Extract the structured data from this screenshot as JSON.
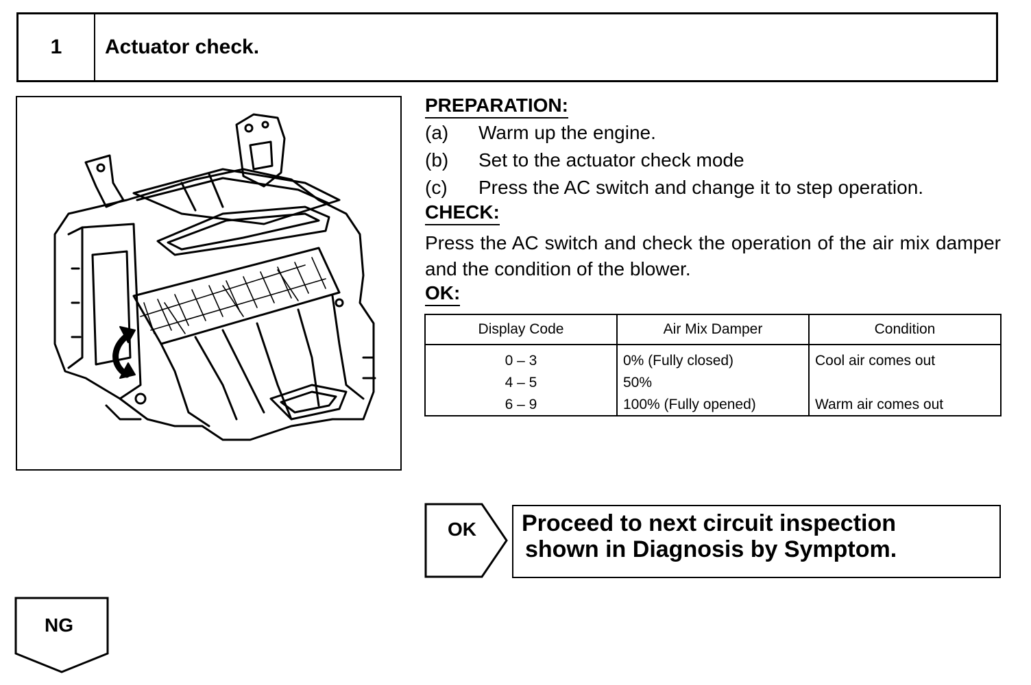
{
  "step": {
    "number": "1",
    "title": "Actuator check."
  },
  "preparation": {
    "heading": "PREPARATION:",
    "items": [
      {
        "marker": "(a)",
        "text": "Warm up the engine."
      },
      {
        "marker": "(b)",
        "text": "Set to the actuator check mode"
      },
      {
        "marker": "(c)",
        "text": "Press the AC switch and change it to step operation."
      }
    ]
  },
  "check": {
    "heading": "CHECK:",
    "text": "Press the AC switch and check the operation of the air mix damper and the condition of the blower."
  },
  "ok_section": {
    "heading": "OK:",
    "table": {
      "headers": [
        "Display Code",
        "Air Mix Damper",
        "Condition"
      ],
      "rows": [
        [
          "0 – 3",
          "0% (Fully closed)",
          "Cool air comes out"
        ],
        [
          "4 – 5",
          "50%",
          ""
        ],
        [
          "6 – 9",
          "100% (Fully opened)",
          "Warm air comes out"
        ]
      ]
    }
  },
  "ok_flow": {
    "label": "OK",
    "result_line1": "Proceed to next circuit inspection",
    "result_line2": "shown in Diagnosis by Symptom."
  },
  "ng_flow": {
    "label": "NG"
  },
  "illustration": {
    "subject": "heater-unit-air-mix-damper",
    "arrow_icon": "curved-double-arrow-icon"
  }
}
